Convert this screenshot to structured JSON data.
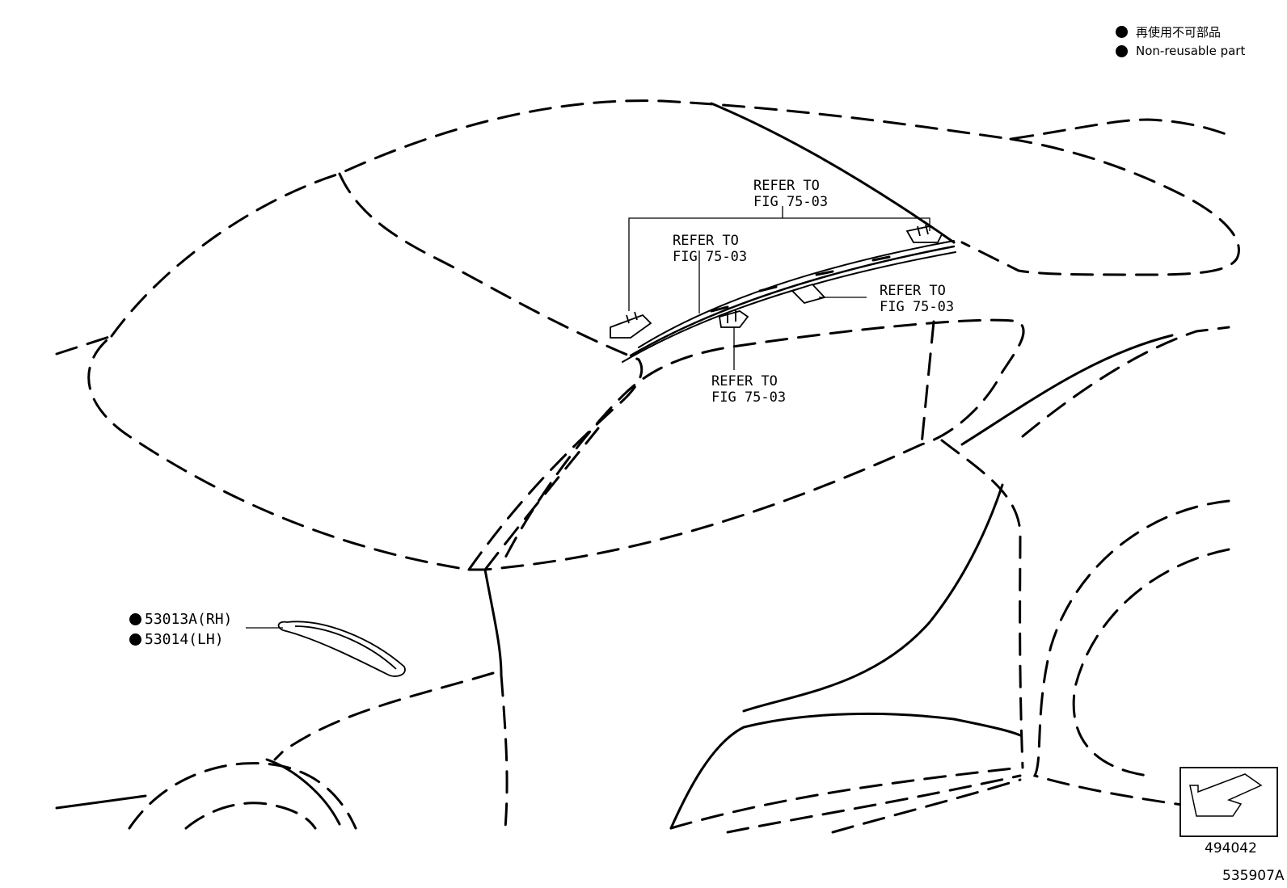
{
  "legend": {
    "jp_text": "再使用不可部品",
    "en_text": "Non-reusable part"
  },
  "callouts": [
    {
      "line1": "REFER TO",
      "line2": "FIG 75-03"
    },
    {
      "line1": "REFER TO",
      "line2": "FIG 75-03"
    },
    {
      "line1": "REFER TO",
      "line2": "FIG 75-03"
    },
    {
      "line1": "REFER TO",
      "line2": "FIG 75-03"
    }
  ],
  "parts": [
    {
      "number": "53013A(RH)",
      "non_reusable": true
    },
    {
      "number": "53014(LH)",
      "non_reusable": true
    }
  ],
  "inset": {
    "code": "494042"
  },
  "figure_number": "535907A"
}
